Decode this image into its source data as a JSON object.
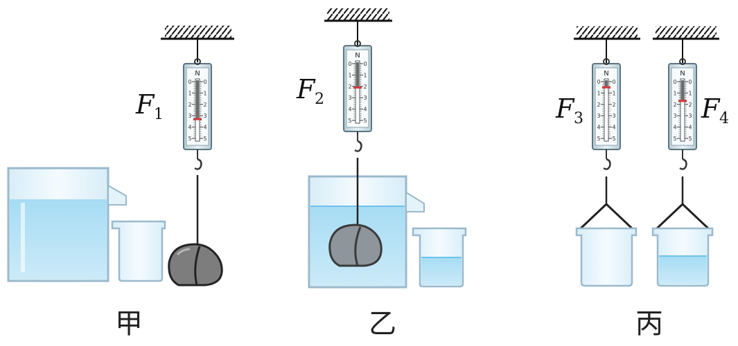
{
  "labels": {
    "panel_a": "甲",
    "panel_b": "乙",
    "panel_c": "丙",
    "force_1": {
      "main": "F",
      "sub": "1"
    },
    "force_2": {
      "main": "F",
      "sub": "2"
    },
    "force_3": {
      "main": "F",
      "sub": "3"
    },
    "force_4": {
      "main": "F",
      "sub": "4"
    }
  },
  "scale": {
    "unit": "N",
    "ticks": [
      "0",
      "1",
      "2",
      "3",
      "4",
      "5"
    ]
  },
  "readings": {
    "F1": 3.3,
    "F2": 2.1,
    "F3": 0.5,
    "F4": 1.7
  },
  "colors": {
    "water": "#8fd0f0",
    "glass": "#e8f4fb",
    "glass_edge": "#9ab9cc",
    "rock": "#8a8a8a",
    "scale_body": "#d7e6ec",
    "pointer": "#d43b3b"
  }
}
